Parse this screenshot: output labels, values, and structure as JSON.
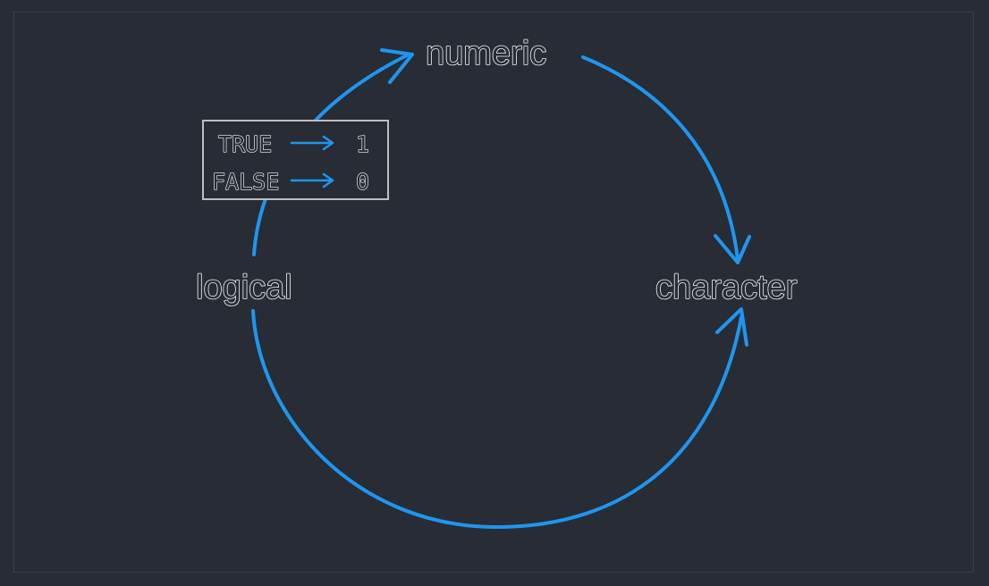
{
  "nodes": {
    "numeric": "numeric",
    "logical": "logical",
    "character": "character"
  },
  "legend": {
    "rows": [
      {
        "from": "TRUE",
        "to": "1"
      },
      {
        "from": "FALSE",
        "to": "0"
      }
    ]
  },
  "colors": {
    "background": "#282c34",
    "arrow": "#1e96f0",
    "text_outline": "#f2f2f2"
  }
}
